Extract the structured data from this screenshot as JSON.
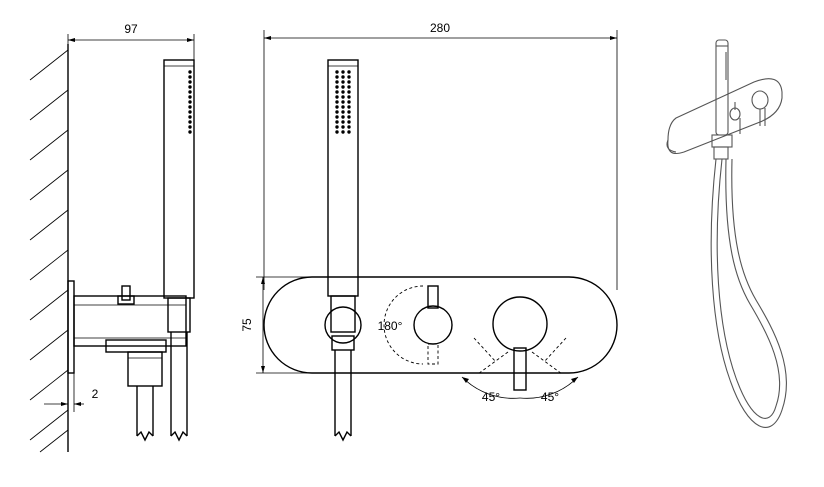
{
  "dimensions": {
    "depth_97": "97",
    "width_280": "280",
    "height_75": "75",
    "offset_2": "2",
    "angle_180": "180°",
    "angle_45_left": "45°",
    "angle_45_right": "45°"
  }
}
